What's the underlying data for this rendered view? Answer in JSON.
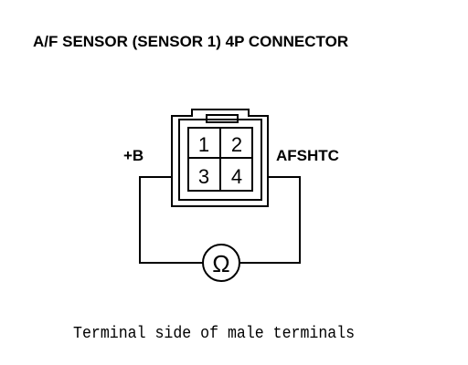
{
  "title": "A/F SENSOR (SENSOR 1) 4P CONNECTOR",
  "connector": {
    "pins": [
      "1",
      "2",
      "3",
      "4"
    ]
  },
  "wires": {
    "left_label": "+B",
    "right_label": "AFSHTC"
  },
  "meter": {
    "symbol": "Ω",
    "icon": "ohmmeter-icon"
  },
  "caption": "Terminal side of male terminals"
}
